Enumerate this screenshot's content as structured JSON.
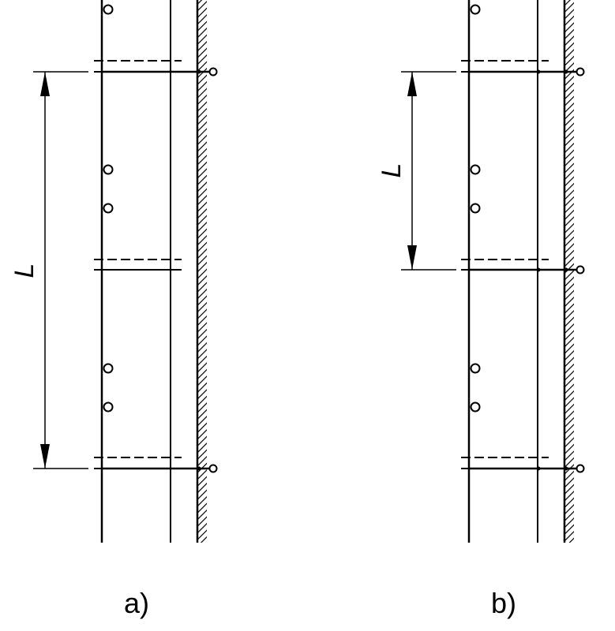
{
  "figure_a": {
    "caption": "a)",
    "dimension_label": "L"
  },
  "figure_b": {
    "caption": "b)",
    "dimension_label": "L"
  },
  "colors": {
    "line": "#000000",
    "background": "#ffffff"
  }
}
